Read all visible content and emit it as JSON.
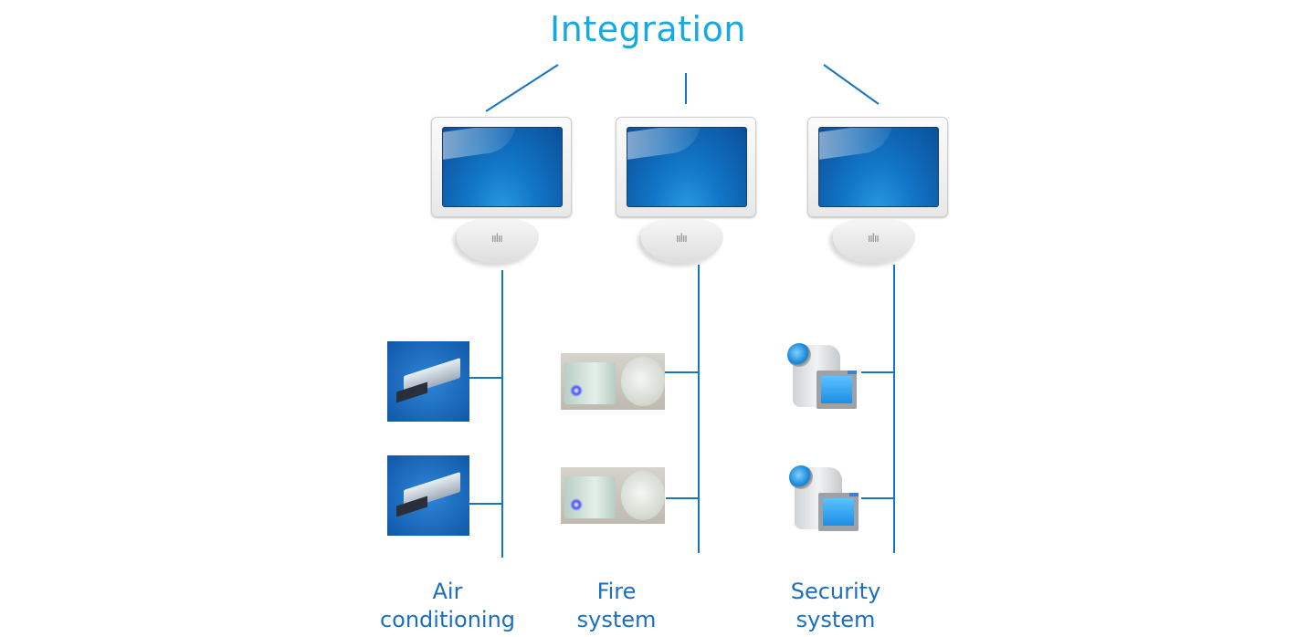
{
  "title": "Integration",
  "colors": {
    "title": "#16a9e6",
    "label": "#1a6fc0",
    "wire": "#1875c0"
  },
  "hub": {
    "icon": "monitor-icon",
    "computers": [
      {
        "name": "air-conditioning-computer"
      },
      {
        "name": "fire-system-computer"
      },
      {
        "name": "security-system-computer"
      }
    ]
  },
  "systems": [
    {
      "label_line1": "Air",
      "label_line2": "conditioning",
      "device_icon": "fan-coil-unit-icon",
      "device_count": 2
    },
    {
      "label_line1": "Fire",
      "label_line2": "system",
      "device_icon": "smoke-detector-icon",
      "device_count": 2
    },
    {
      "label_line1": "Security",
      "label_line2": "system",
      "device_icon": "video-camera-icon",
      "device_count": 2
    }
  ]
}
